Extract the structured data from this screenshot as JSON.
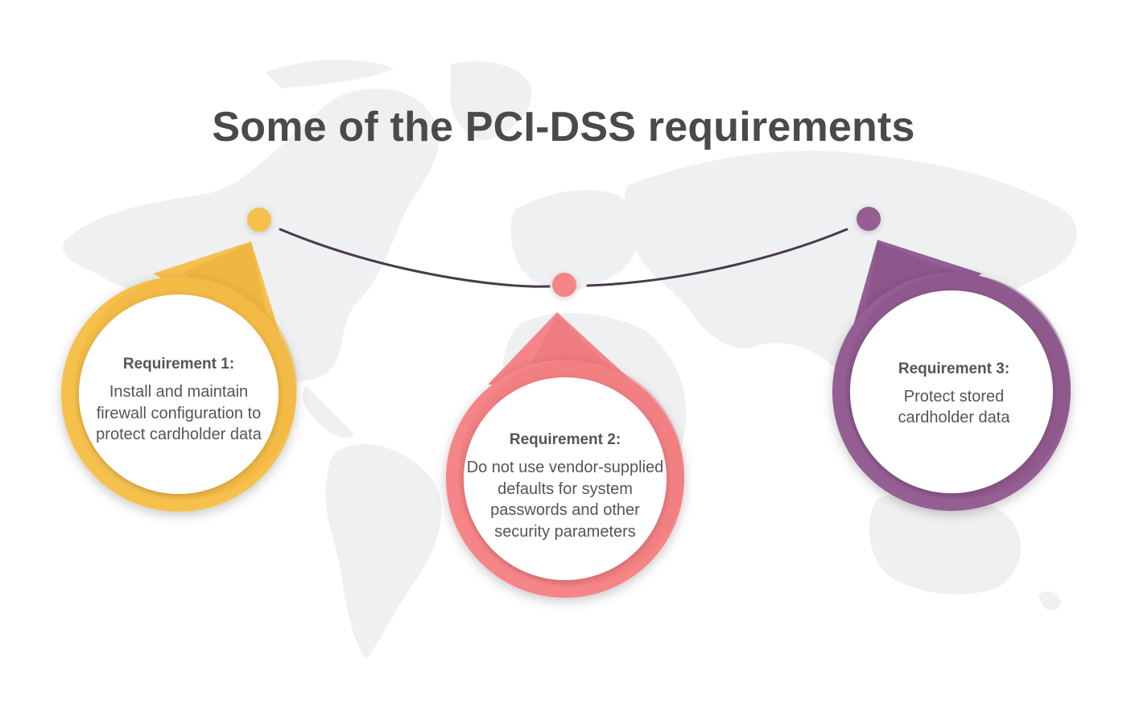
{
  "title": "Some of the PCI-DSS requirements",
  "colors": {
    "yellow": "#f6c04e",
    "pink": "#f58587",
    "purple": "#955e94",
    "connector": "#4a3a4a",
    "map": "#eef0f1",
    "text": "#555557"
  },
  "requirements": [
    {
      "heading": "Requirement 1:",
      "body": "Install and maintain firewall configuration to protect cardholder data",
      "color": "#f6c04e"
    },
    {
      "heading": "Requirement 2:",
      "body": "Do not use vendor-supplied defaults for system passwords and other security parameters",
      "color": "#f58587"
    },
    {
      "heading": "Requirement 3:",
      "body": "Protect stored cardholder data",
      "color": "#955e94"
    }
  ]
}
